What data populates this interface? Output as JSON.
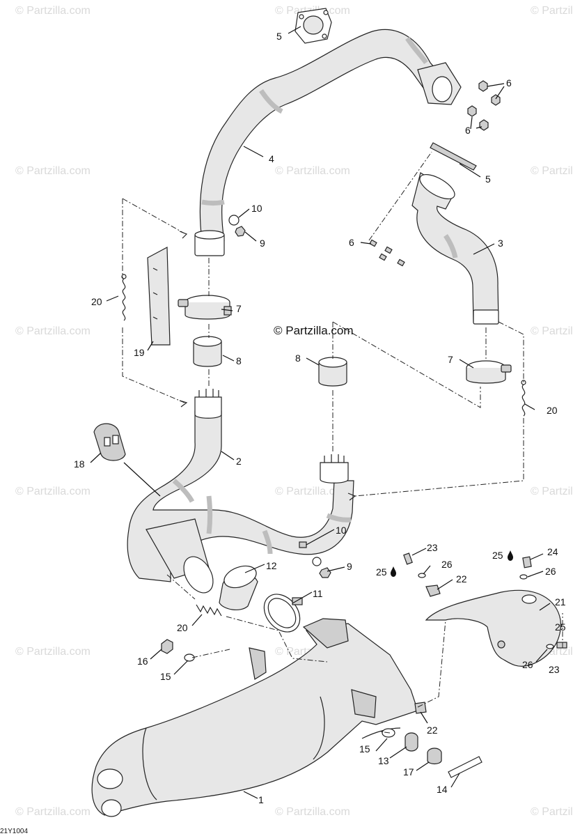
{
  "copyright": "© Partzilla.com",
  "watermark": "© Partzilla.com",
  "diagram_code": "21Y1004",
  "callouts": {
    "c1": "1",
    "c2": "2",
    "c3": "3",
    "c4": "4",
    "c5a": "5",
    "c5b": "5",
    "c6a": "6",
    "c6b": "6",
    "c6c": "6",
    "c7a": "7",
    "c7b": "7",
    "c8a": "8",
    "c8b": "8",
    "c9a": "9",
    "c9b": "9",
    "c10a": "10",
    "c10b": "10",
    "c11": "11",
    "c12": "12",
    "c13": "13",
    "c14": "14",
    "c15a": "15",
    "c15b": "15",
    "c16": "16",
    "c17": "17",
    "c18": "18",
    "c19": "19",
    "c20a": "20",
    "c20b": "20",
    "c20c": "20",
    "c21": "21",
    "c22a": "22",
    "c22b": "22",
    "c23a": "23",
    "c23b": "23",
    "c24": "24",
    "c25a": "25",
    "c25b": "25",
    "c25c": "25",
    "c26a": "26",
    "c26b": "26",
    "c26c": "26"
  }
}
